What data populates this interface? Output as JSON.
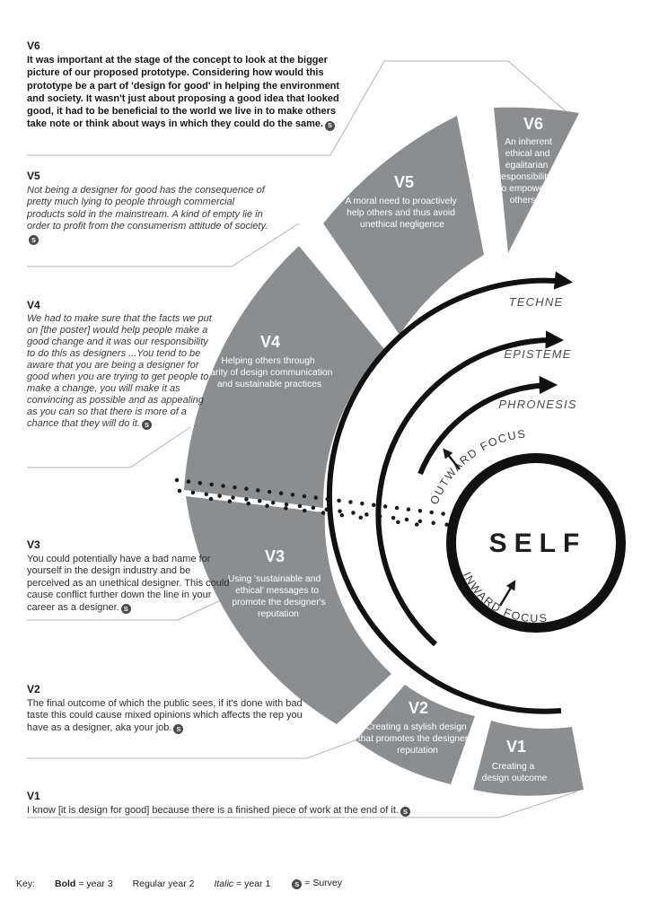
{
  "annotations": [
    {
      "id": "V6",
      "style": "bold",
      "text": "It was important at the stage of the concept to look at the bigger picture of our proposed prototype. Considering how would this prototype be a part of 'design for good' in helping the environment and society. It wasn't just about proposing a good idea that looked good, it had to be beneficial to the world we live in to make others take note or think about ways in which they could do the same."
    },
    {
      "id": "V5",
      "style": "italic",
      "text": "Not being a designer for good has the consequence of pretty much lying to people through commercial products sold in the mainstream. A kind of empty lie in order to profit from the consumerism attitude of society."
    },
    {
      "id": "V4",
      "style": "italic",
      "text": "We had to make sure that the facts we put on [the poster] would help people make a good change and it was our responsibility to do this as designers ...You tend to be aware that you are being a designer for good when you are trying to get people to make a change, you will make it as convincing as possible and as appealing as you can so that there is more of a chance that they will do it."
    },
    {
      "id": "V3",
      "style": "regular",
      "text": "You could potentially have a bad name for yourself in the design industry and be perceived as an unethical designer. This could cause conflict further down the line in your career as a designer."
    },
    {
      "id": "V2",
      "style": "regular",
      "text": "The final outcome of which the public sees, if it's done with bad taste this could cause mixed opinions which affects the rep you have as a designer, aka your job."
    },
    {
      "id": "V1",
      "style": "regular",
      "text": "I know [it is design for good] because there is a finished piece of work at the end of it."
    }
  ],
  "segments": [
    {
      "id": "V1",
      "label": "V1",
      "lines": [
        "Creating a",
        "design outcome"
      ]
    },
    {
      "id": "V2",
      "label": "V2",
      "lines": [
        "Creating a stylish design",
        "that promotes the designer's",
        "reputation"
      ]
    },
    {
      "id": "V3",
      "label": "V3",
      "lines": [
        "Using 'sustainable and",
        "ethical' messages to",
        "promote the designer's",
        "reputation"
      ]
    },
    {
      "id": "V4",
      "label": "V4",
      "lines": [
        "Helping others through",
        "clarity of design communication",
        "and sustainable practices"
      ]
    },
    {
      "id": "V5",
      "label": "V5",
      "lines": [
        "A moral need to proactively",
        "help others and thus avoid",
        "unethical negligence"
      ]
    },
    {
      "id": "V6",
      "label": "V6",
      "lines": [
        "An inherent",
        "ethical and",
        "egalitarian",
        "responsibility",
        "to empower",
        "others"
      ]
    }
  ],
  "arcs": {
    "techne": "TECHNE",
    "episteme": "EPISTEME",
    "phronesis": "PHRONESIS"
  },
  "center": {
    "label": "SELF",
    "outward": "OUTWARD FOCUS",
    "inward": "INWARD FOCUS"
  },
  "key": {
    "label": "Key:",
    "items": {
      "bold_term": "Bold",
      "bold_rest": "= year 3",
      "regular": "Regular year 2",
      "italic_term": "Italic",
      "italic_rest": "= year 1",
      "survey_symbol": "S",
      "survey_rest": "= Survey"
    }
  },
  "colors": {
    "segment_gray": "#8b8e90",
    "ink": "#111111"
  }
}
